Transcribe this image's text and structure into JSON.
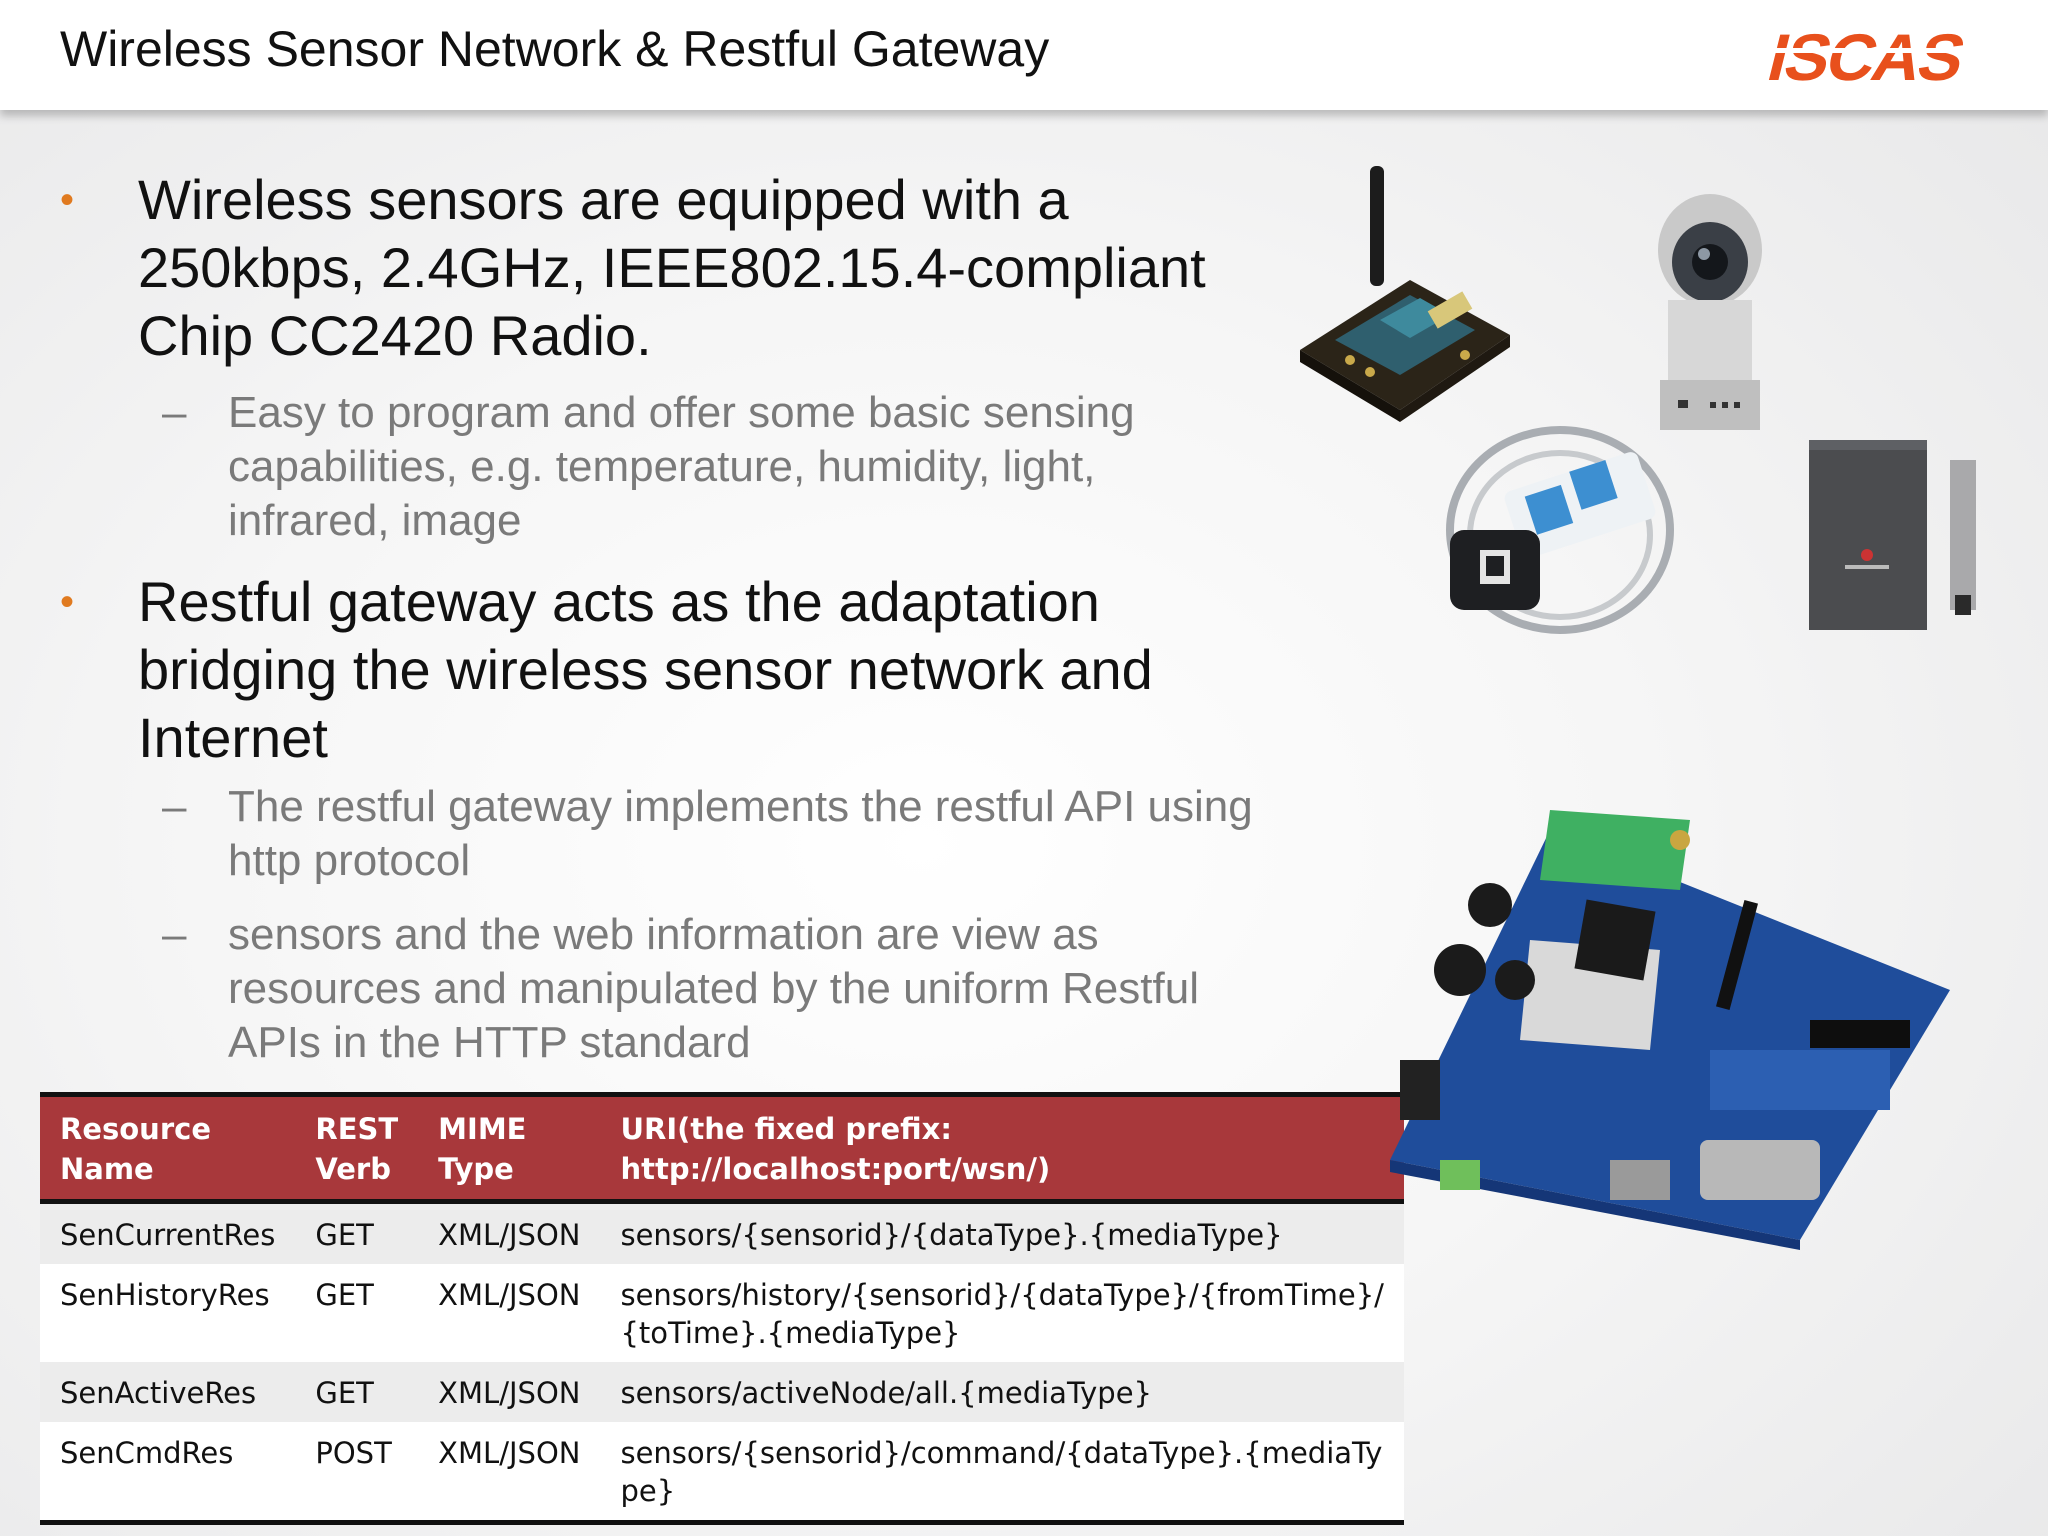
{
  "header": {
    "title": "Wireless Sensor Network & Restful Gateway",
    "logo_text": "ISCAS",
    "logo_color": "#e8501c"
  },
  "content": {
    "bullets": [
      {
        "text_lines": [
          "Wireless sensors are equipped with a",
          "250kbps, 2.4GHz, IEEE802.15.4-compliant",
          "Chip CC2420 Radio."
        ],
        "subs": [
          {
            "lines": [
              "Easy to program and offer some basic sensing",
              "capabilities, e.g. temperature, humidity, light,",
              "infrared, image"
            ]
          }
        ]
      },
      {
        "text_lines": [
          "Restful gateway acts as the adaptation",
          "bridging the wireless sensor network and",
          "Internet"
        ],
        "subs": [
          {
            "lines": [
              "The restful gateway implements the restful API using",
              "http protocol"
            ]
          },
          {
            "lines": [
              "sensors and the web information are view as",
              "resources and manipulated by the uniform Restful",
              "APIs in the HTTP standard"
            ]
          }
        ]
      }
    ],
    "bullet_marker": "•",
    "sub_marker": "–",
    "bullet_color": "#e07a1f"
  },
  "table": {
    "headers": [
      [
        "Resource",
        "Name"
      ],
      [
        "REST",
        "Verb"
      ],
      [
        "MIME Type"
      ],
      [
        "URI(the fixed prefix: http://localhost:port/wsn/)"
      ]
    ],
    "header_color": "#a8383b",
    "rows": [
      {
        "name": "SenCurrentRes",
        "verb": "GET",
        "mime": "XML/JSON",
        "uri": [
          "sensors/{sensorid}/{dataType}.{mediaType}"
        ]
      },
      {
        "name": "SenHistoryRes",
        "verb": "GET",
        "mime": "XML/JSON",
        "uri": [
          "sensors/history/{sensorid}/{dataType}/{fromTime}/",
          "{toTime}.{mediaType}"
        ]
      },
      {
        "name": "SenActiveRes",
        "verb": "GET",
        "mime": "XML/JSON",
        "uri": [
          "sensors/activeNode/all.{mediaType}"
        ]
      },
      {
        "name": "SenCmdRes",
        "verb": "POST",
        "mime": "XML/JSON",
        "uri": [
          "sensors/{sensorid}/command/{dataType}.{mediaTy",
          "pe}"
        ]
      }
    ]
  },
  "images": {
    "sensor_node": "sensor-board-with-antenna-icon",
    "camera": "ip-camera-icon",
    "power_strip": "smart-power-strip-icon",
    "door_sensor": "door-contact-sensor-icon",
    "gateway_board": "gateway-circuit-board-icon"
  }
}
